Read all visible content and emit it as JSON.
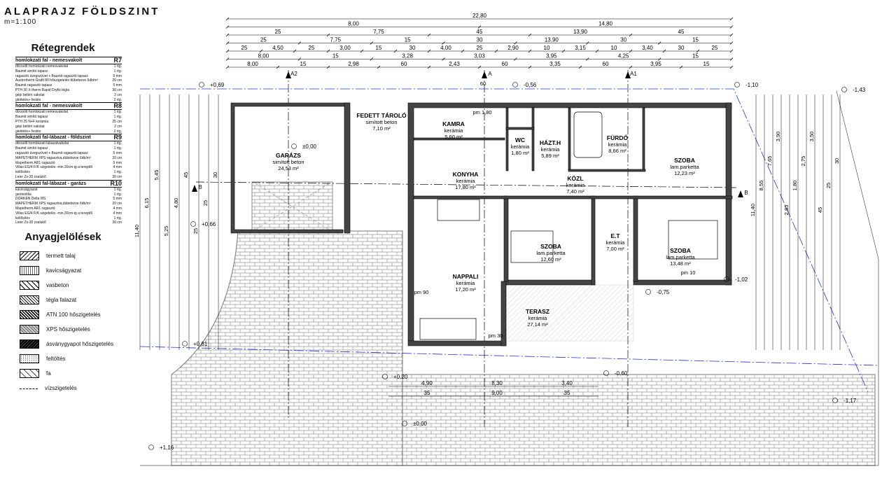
{
  "title": "ALAPRAJZ FÖLDSZINT",
  "scale": "m=1:100",
  "legend": {
    "layers_title": "Rétegrendek",
    "groups": [
      {
        "name": "homlokzati fal - nemesvakolt",
        "code": "R7",
        "rows": [
          [
            "dörzsölt homlokzati nemesvakolat",
            "1 rtg."
          ],
          [
            "Baumit simító tapasz",
            "1 rtg."
          ],
          [
            "ragasztó üvegszövet + Baumit ragasztó tapasz",
            "5 mm"
          ],
          [
            "Austrotherm Grafit 80 hőszigetelés dübelezve 6db/m²",
            "20 cm"
          ],
          [
            "Baumit ragasztó tapasz",
            "5 mm"
          ],
          [
            "PTH 30 X-therm Rapid Dryfix tégla",
            "30 cm"
          ],
          [
            "gépi beltéri vakolat",
            "2 cm"
          ],
          [
            "glettelés+ festés",
            "2 rtg."
          ]
        ]
      },
      {
        "name": "homlokzati fal - nemesvakolt",
        "code": "R8",
        "rows": [
          [
            "dörzsölt homlokzati nemesvakolat",
            "1 rtg."
          ],
          [
            "Baumit simító tapasz",
            "1 rtg."
          ],
          [
            "PTH 25 N+F kerámia",
            "25 cm"
          ],
          [
            "gépi beltéri vakolat",
            "2 cm"
          ],
          [
            "glettelés+ festés",
            "2 rtg."
          ]
        ]
      },
      {
        "name": "homlokzati fal-lábazat - földszint",
        "code": "R9",
        "rows": [
          [
            "dörzsölt homlokzati lábazatvakolat",
            "1 rtg."
          ],
          [
            "Baumit simító tapasz",
            "1 rtg."
          ],
          [
            "ragasztó üvegszövet + Baumit ragasztó tapasz",
            "5 mm"
          ],
          [
            "MAPETHERM XPS ragasztva,dübelezve 6db/m²",
            "20 cm"
          ],
          [
            "Mapetherm AR1 ragasztó",
            "5 mm"
          ],
          [
            "Villas EG/4 F/K szigetelés -min.30cm-ig a tereptől",
            "4 mm"
          ],
          [
            "kellősítés",
            "1 rtg."
          ],
          [
            "Leier Zs-30 zsalukő",
            "30 cm"
          ]
        ]
      },
      {
        "name": "homlokzati fal-lábazat - garázs",
        "code": "R10",
        "rows": [
          [
            "kavicságyazat",
            "1 rtg."
          ],
          [
            "geotextília",
            "1 rtg."
          ],
          [
            "DÖRKEN Delta MS",
            "5 mm"
          ],
          [
            "MAPETHERM XPS ragasztva,dübelezve 6db/m²",
            "20 cm"
          ],
          [
            "Mapetherm AR1 ragasztó",
            "4 mm"
          ],
          [
            "Villas EG/4 F/K szigetelés -min.30cm-ig a tereptől",
            "4 mm"
          ],
          [
            "kellősítés",
            "1 rtg."
          ],
          [
            "Leier Zs-30 zsalukő",
            "30 cm"
          ]
        ]
      }
    ],
    "materials_title": "Anyagjelölések",
    "materials": [
      {
        "label": "termett talaj",
        "pattern": "hatchA"
      },
      {
        "label": "kavicságyazat",
        "pattern": "hatchB"
      },
      {
        "label": "vasbeton",
        "pattern": "hatchC"
      },
      {
        "label": "tégla falazat",
        "pattern": "hatchD"
      },
      {
        "label": "ATN 100 hőszigetelés",
        "pattern": "hatchE"
      },
      {
        "label": "XPS hőszigetelés",
        "pattern": "hatchF"
      },
      {
        "label": "ásványgyapot hőszigetelés",
        "pattern": "hatchG"
      },
      {
        "label": "feltöltés",
        "pattern": "hatchH"
      },
      {
        "label": "fa",
        "pattern": "hatchI"
      },
      {
        "label": "vízszigetelés",
        "pattern": "line"
      }
    ]
  },
  "plan": {
    "rooms": [
      {
        "id": "garazs",
        "name": "GARÁZS",
        "floor": "simított beton",
        "area": "24,53 m²"
      },
      {
        "id": "tarolo",
        "name": "FEDETT TÁROLÓ",
        "floor": "simított beton",
        "area": "7,10 m²"
      },
      {
        "id": "kamra",
        "name": "KAMRA",
        "floor": "kerámia",
        "area": "5,60 m²"
      },
      {
        "id": "wc",
        "name": "WC",
        "floor": "kerámia",
        "area": "1,80 m²"
      },
      {
        "id": "haztar",
        "name": "HÁZT.H",
        "floor": "kerámia",
        "area": "5,89 m²"
      },
      {
        "id": "furdo",
        "name": "FÜRDŐ",
        "floor": "kerámia",
        "area": "8,66 m²"
      },
      {
        "id": "szoba1",
        "name": "SZOBA",
        "floor": "lam.parketta",
        "area": "12,23 m²"
      },
      {
        "id": "konyha",
        "name": "KONYHA",
        "floor": "kerámia",
        "area": "17,80 m²"
      },
      {
        "id": "kozl",
        "name": "KÖZL",
        "floor": "kerámia",
        "area": "7,40 m²"
      },
      {
        "id": "szoba2",
        "name": "SZOBA",
        "floor": "lam.parketta",
        "area": "12,60 m²"
      },
      {
        "id": "et",
        "name": "E.T",
        "floor": "kerámia",
        "area": "7,00 m²"
      },
      {
        "id": "szoba3",
        "name": "SZOBA",
        "floor": "lam.parketta",
        "area": "13,48 m²"
      },
      {
        "id": "nappali",
        "name": "NAPPALI",
        "floor": "kerámia",
        "area": "17,20 m²"
      },
      {
        "id": "terasz",
        "name": "TERASZ",
        "floor": "kerámia",
        "area": "27,14 m²"
      }
    ],
    "dims_top": [
      {
        "row": 0,
        "items": [
          "22,80"
        ]
      },
      {
        "row": 1,
        "items": [
          "8,00",
          "14,80"
        ]
      },
      {
        "row": 2,
        "items": [
          "25",
          "7,75",
          "45",
          "13,90",
          "45"
        ]
      },
      {
        "row": 3,
        "items": [
          "25",
          "7,75",
          "15",
          "30",
          "13,90",
          "30",
          "15"
        ]
      },
      {
        "row": 4,
        "items": [
          "25",
          "4,50",
          "25",
          "3,00",
          "15",
          "30",
          "4,00",
          "25",
          "2,90",
          "10",
          "3,15",
          "10",
          "3,40",
          "30",
          "25"
        ]
      },
      {
        "row": 5,
        "items": [
          "8,00",
          "15",
          "3,28",
          "3,03",
          "3,95",
          "4,25",
          "15"
        ]
      },
      {
        "row": 6,
        "items": [
          "8,00",
          "15",
          "2,98",
          "60",
          "2,43",
          "60",
          "3,35",
          "60",
          "3,95",
          "15"
        ]
      }
    ],
    "dims_left": [
      "11,40",
      "6,15",
      "5,45",
      "5,25",
      "4,80",
      "45",
      "25",
      "25",
      "30"
    ],
    "dims_right": [
      "11,40",
      "8,55",
      "7,65",
      "3,90",
      "2,85",
      "1,80",
      "2,75",
      "3,50",
      "45",
      "25",
      "30"
    ],
    "dims_bottom": [
      "4,90",
      "8,30",
      "3,40",
      "35",
      "9,00",
      "35"
    ],
    "levels": [
      "+0,69",
      "-0,56",
      "-1,10",
      "-1,43",
      "±0,00",
      "+0,66",
      "-1,02",
      "-1,17",
      "+0,81",
      "+0,20",
      "-0,60",
      "+1,16",
      "-0,75",
      "±0,00"
    ],
    "axes": [
      "A2",
      "A",
      "A1",
      "B",
      "B"
    ],
    "labels": [
      "pm 1,80",
      "pm 30",
      "pm 10",
      "pm 90",
      "60"
    ]
  }
}
